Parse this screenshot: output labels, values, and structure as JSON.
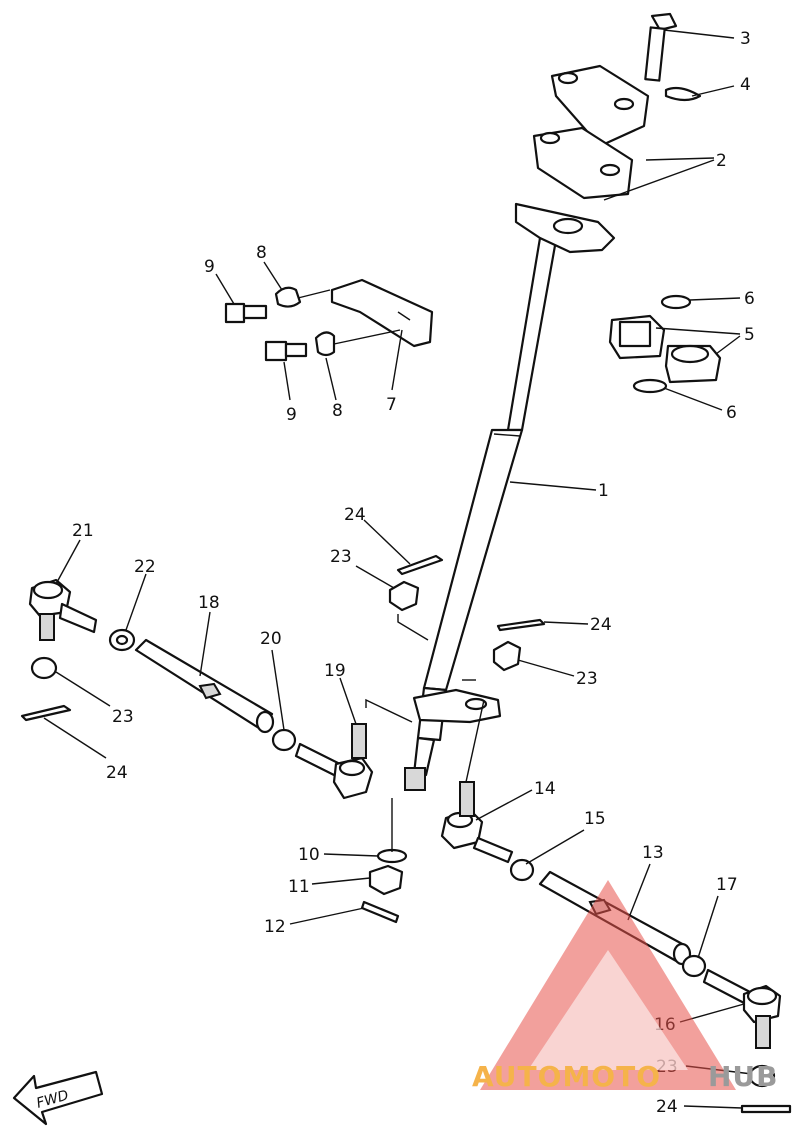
{
  "diagram": {
    "parts": [
      {
        "id": "1",
        "label": "1"
      },
      {
        "id": "2",
        "label": "2"
      },
      {
        "id": "3",
        "label": "3"
      },
      {
        "id": "4",
        "label": "4"
      },
      {
        "id": "5",
        "label": "5"
      },
      {
        "id": "6a",
        "label": "6"
      },
      {
        "id": "6b",
        "label": "6"
      },
      {
        "id": "7",
        "label": "7"
      },
      {
        "id": "8a",
        "label": "8"
      },
      {
        "id": "8b",
        "label": "8"
      },
      {
        "id": "9a",
        "label": "9"
      },
      {
        "id": "9b",
        "label": "9"
      },
      {
        "id": "10",
        "label": "10"
      },
      {
        "id": "11",
        "label": "11"
      },
      {
        "id": "12",
        "label": "12"
      },
      {
        "id": "13",
        "label": "13"
      },
      {
        "id": "14",
        "label": "14"
      },
      {
        "id": "15",
        "label": "15"
      },
      {
        "id": "16",
        "label": "16"
      },
      {
        "id": "17",
        "label": "17"
      },
      {
        "id": "18",
        "label": "18"
      },
      {
        "id": "19",
        "label": "19"
      },
      {
        "id": "20",
        "label": "20"
      },
      {
        "id": "21",
        "label": "21"
      },
      {
        "id": "22",
        "label": "22"
      },
      {
        "id": "23a",
        "label": "23"
      },
      {
        "id": "23b",
        "label": "23"
      },
      {
        "id": "23c",
        "label": "23"
      },
      {
        "id": "23d",
        "label": "23"
      },
      {
        "id": "24a",
        "label": "24"
      },
      {
        "id": "24b",
        "label": "24"
      },
      {
        "id": "24c",
        "label": "24"
      },
      {
        "id": "24d",
        "label": "24"
      }
    ],
    "direction_arrow": {
      "label": "FWD",
      "icon": "forward-arrow-icon"
    }
  },
  "watermark": {
    "part1": "AUTOMOTO",
    "part2": "HUB",
    "icon": "triangle-logo-icon",
    "colors": {
      "triangle": "#e8524a",
      "text_primary": "#f5b34a",
      "text_secondary": "#9a9a9a"
    }
  }
}
